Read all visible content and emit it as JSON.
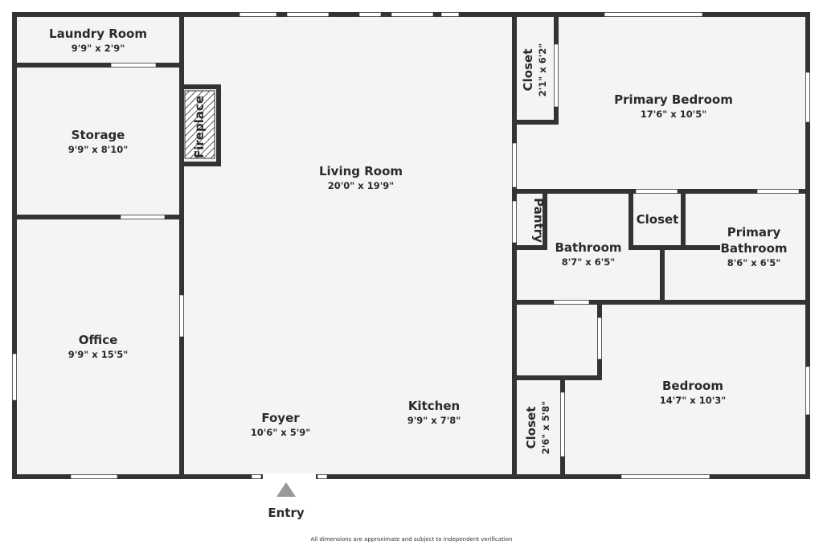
{
  "rooms": {
    "laundry": {
      "name": "Laundry Room",
      "dims": "9'9\" x 2'9\""
    },
    "storage": {
      "name": "Storage",
      "dims": "9'9\" x 8'10\""
    },
    "office": {
      "name": "Office",
      "dims": "9'9\" x 15'5\""
    },
    "fireplace": {
      "name": "Fireplace"
    },
    "living": {
      "name": "Living Room",
      "dims": "20'0\" x 19'9\""
    },
    "foyer": {
      "name": "Foyer",
      "dims": "10'6\" x 5'9\""
    },
    "kitchen": {
      "name": "Kitchen",
      "dims": "9'9\" x 7'8\""
    },
    "closet_top": {
      "name": "Closet",
      "dims": "2'1\" x 6'2\""
    },
    "primary_bedroom": {
      "name": "Primary Bedroom",
      "dims": "17'6\" x 10'5\""
    },
    "pantry": {
      "name": "Pantry"
    },
    "bathroom": {
      "name": "Bathroom",
      "dims": "8'7\" x 6'5\""
    },
    "closet_mid": {
      "name": "Closet"
    },
    "primary_bathroom": {
      "name_line1": "Primary",
      "name_line2": "Bathroom",
      "dims": "8'6\" x 6'5\""
    },
    "bedroom": {
      "name": "Bedroom",
      "dims": "14'7\" x 10'3\""
    },
    "closet_bottom": {
      "name": "Closet",
      "dims": "2'6\" x 5'8\""
    }
  },
  "entry": {
    "label": "Entry"
  },
  "footnote": "All dimensions are approximate and subject to independent verification",
  "colors": {
    "wall": "#333333",
    "floor": "#f4f4f4",
    "window": "#ffffff",
    "arrow": "#999999",
    "hatch": "#555555"
  }
}
